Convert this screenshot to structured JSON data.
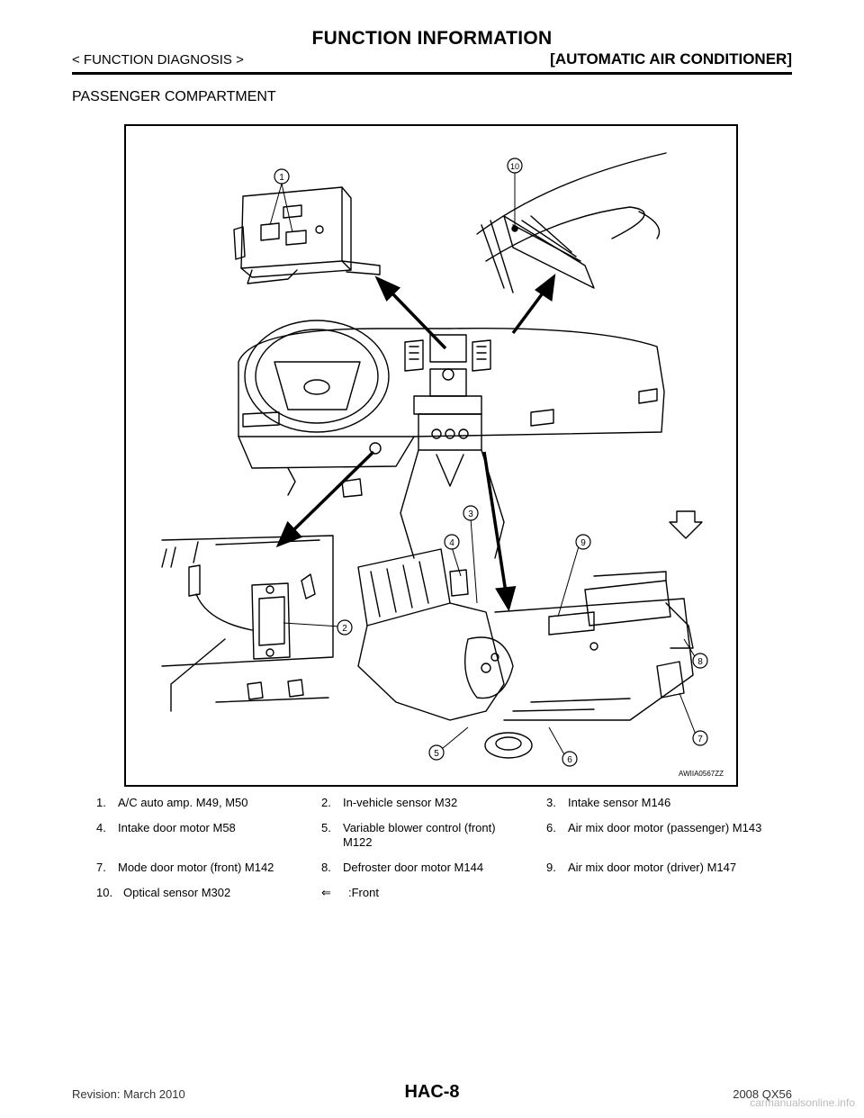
{
  "header": {
    "title": "FUNCTION INFORMATION",
    "left": "< FUNCTION DIAGNOSIS >",
    "right": "[AUTOMATIC AIR CONDITIONER]"
  },
  "section_title": "PASSENGER COMPARTMENT",
  "figure": {
    "code": "AWIIA0567ZZ",
    "callouts": [
      "1",
      "2",
      "3",
      "4",
      "5",
      "6",
      "7",
      "8",
      "9",
      "10"
    ]
  },
  "legend": [
    [
      {
        "n": "1.",
        "t": "A/C auto amp. M49, M50"
      },
      {
        "n": "2.",
        "t": "In-vehicle sensor M32"
      },
      {
        "n": "3.",
        "t": "Intake sensor M146"
      }
    ],
    [
      {
        "n": "4.",
        "t": "Intake door motor M58"
      },
      {
        "n": "5.",
        "t": "Variable blower control (front) M122"
      },
      {
        "n": "6.",
        "t": "Air mix door motor (passenger) M143"
      }
    ],
    [
      {
        "n": "7.",
        "t": "Mode door motor (front) M142"
      },
      {
        "n": "8.",
        "t": "Defroster door motor M144"
      },
      {
        "n": "9.",
        "t": "Air mix door motor (driver) M147"
      }
    ],
    [
      {
        "n": "10.",
        "t": "Optical sensor M302"
      },
      {
        "n": "⇐",
        "t": ":Front"
      },
      {
        "n": "",
        "t": ""
      }
    ]
  ],
  "footer": {
    "revision": "Revision: March 2010",
    "page": "HAC-8",
    "model": "2008 QX56",
    "watermark": "carmanualsonline.info"
  }
}
